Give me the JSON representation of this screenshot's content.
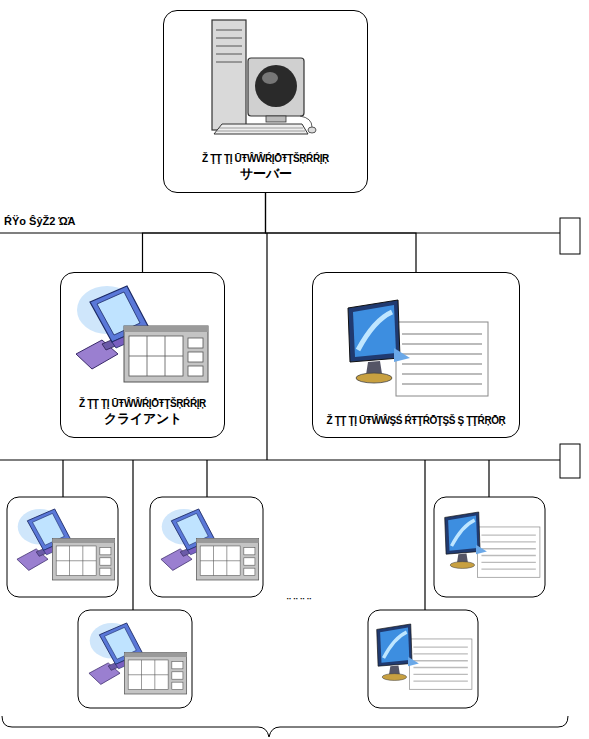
{
  "diagram": {
    "nodes": [
      {
        "text": [
          "Ž ŢŢ ŢĮ ŪŦŴŴŔĮŌŦŢŠŖŔŔĮŖ",
          "サーバー"
        ]
      },
      {
        "text": [
          "Ž ŢŢ ŢĮ ŪŦŴŴŔĮŌŦŢŠŖŔŔĮŖ",
          "クライアント"
        ]
      },
      {
        "text": [
          "Ž ŢŢ ŢĮ ŪŦŴŴŞŚ ŔŦŢŔŌŢŞŠ Ş ŢŢŔŖŌŖ"
        ]
      }
    ],
    "edges": [
      {
        "from": 0,
        "to": 1,
        "arrow": "none"
      },
      {
        "from": 0,
        "to": 2,
        "arrow": "none"
      }
    ],
    "labels": [
      "ŔŸo ŜŷŽ2 ΏΆ",
      "¨ ¨ ¨ ¨"
    ]
  }
}
